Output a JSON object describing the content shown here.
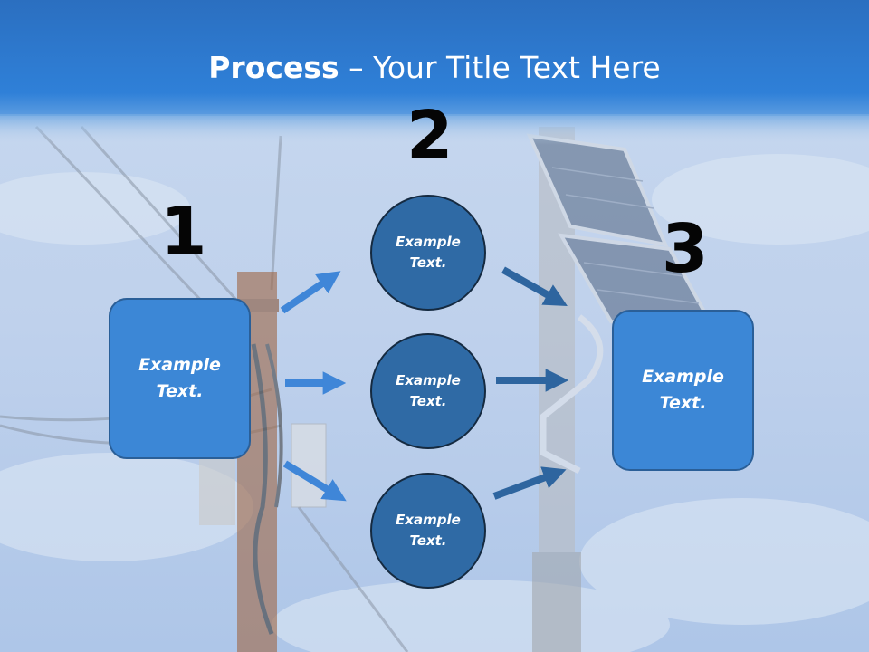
{
  "slide": {
    "title_bold": "Process",
    "title_rest": " – Your Title Text Here"
  },
  "steps": [
    {
      "number": "1",
      "label": "Example Text."
    },
    {
      "number": "2",
      "label": "Example Text."
    },
    {
      "number": "3",
      "label": "Example Text."
    }
  ],
  "middle_nodes": [
    {
      "label": "Example Text."
    },
    {
      "label": "Example Text."
    },
    {
      "label": "Example Text."
    }
  ],
  "colors": {
    "header": "#2f7bd0",
    "box_fill": "#3c87d6",
    "circle_fill": "#2f6aa5",
    "arrow_light": "#3f86d8",
    "arrow_dark": "#2e659f"
  }
}
